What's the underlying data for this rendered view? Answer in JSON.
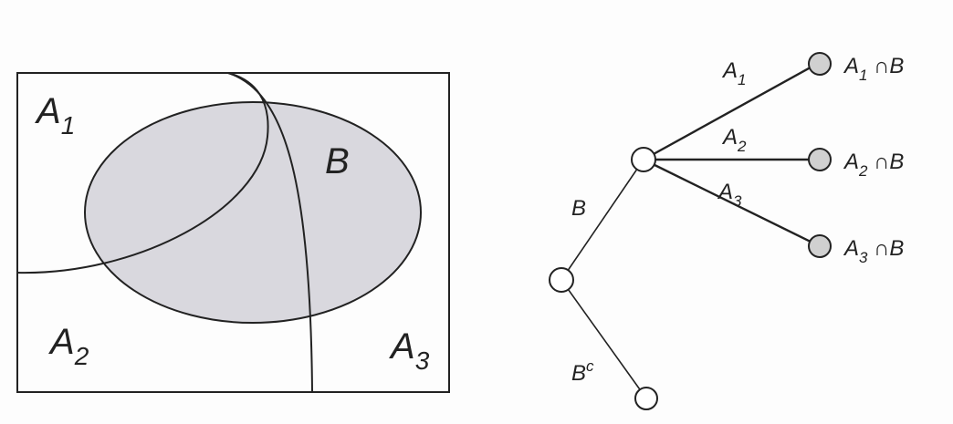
{
  "venn": {
    "region_a1": {
      "letter": "A",
      "sub": "1"
    },
    "region_a2": {
      "letter": "A",
      "sub": "2"
    },
    "region_a3": {
      "letter": "A",
      "sub": "3"
    },
    "set_b": "B"
  },
  "tree": {
    "branch_b": "B",
    "branch_bc": {
      "letter": "B",
      "sup": "c"
    },
    "branch_a1": {
      "letter": "A",
      "sub": "1"
    },
    "branch_a2": {
      "letter": "A",
      "sub": "2"
    },
    "branch_a3": {
      "letter": "A",
      "sub": "3"
    },
    "leaves": [
      {
        "letter": "A",
        "sub": "1",
        "rest": " ∩B"
      },
      {
        "letter": "A",
        "sub": "2",
        "rest": " ∩B"
      },
      {
        "letter": "A",
        "sub": "3",
        "rest": " ∩B"
      }
    ]
  },
  "colors": {
    "line": "#222222",
    "b_fill": "#d9d8de",
    "leaf_fill": "#d0d0d0",
    "node_fill": "#ffffff"
  }
}
